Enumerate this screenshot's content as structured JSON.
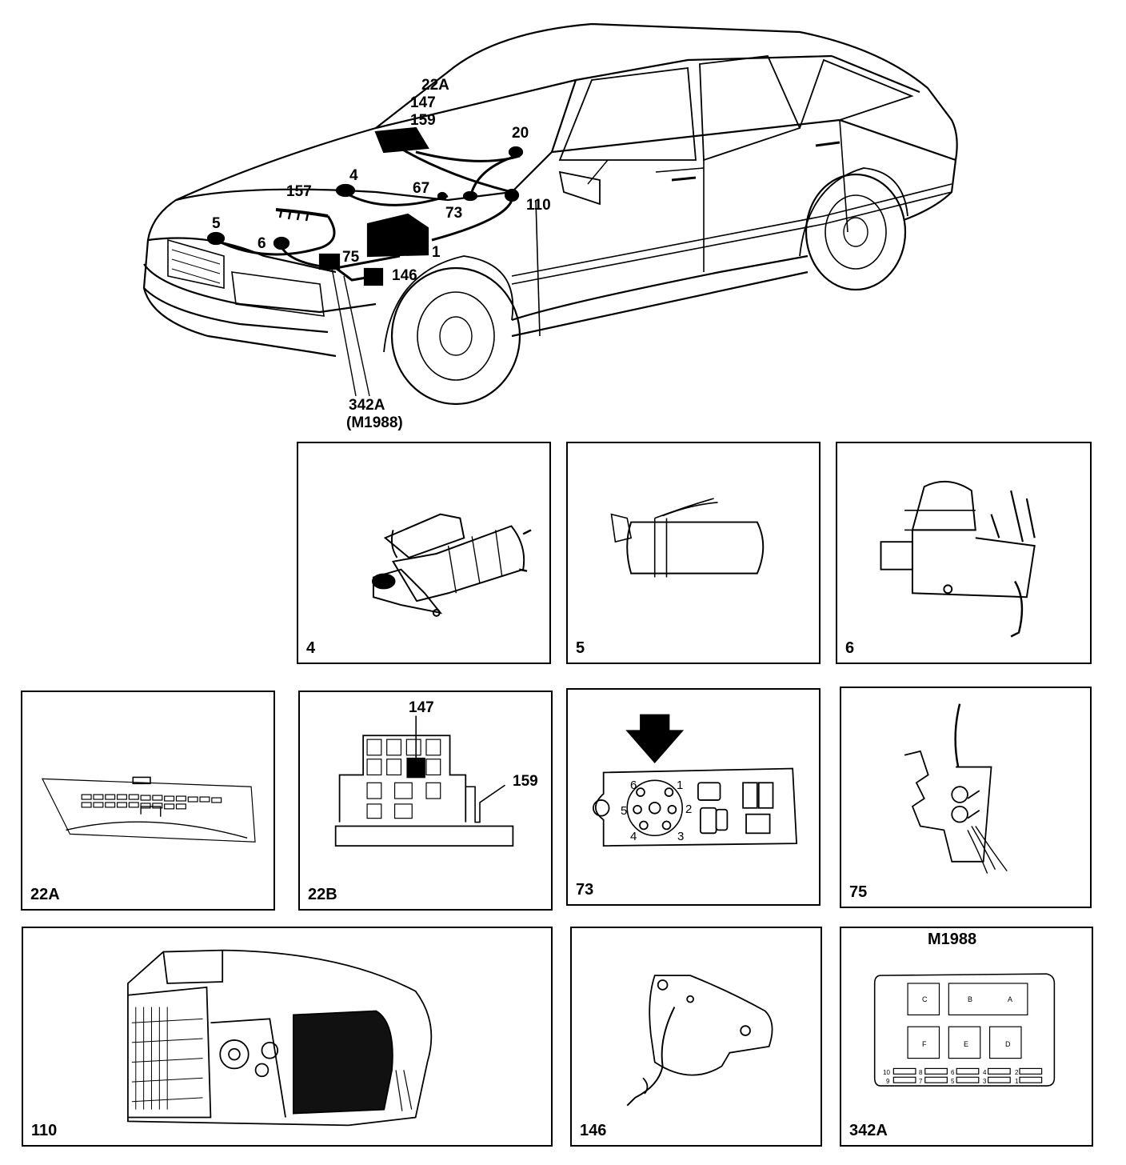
{
  "car_callouts": {
    "c22a": "22A",
    "c147": "147",
    "c159": "159",
    "c20": "20",
    "c4": "4",
    "c157": "157",
    "c67": "67",
    "c73": "73",
    "c110": "110",
    "c5": "5",
    "c6": "6",
    "c75": "75",
    "c1": "1",
    "c146": "146",
    "c342a": "342A",
    "cm1988": "(M1988)"
  },
  "panels": {
    "p4": "4",
    "p5": "5",
    "p6": "6",
    "p22a": "22A",
    "p22b": "22B",
    "p73": "73",
    "p75": "75",
    "p110": "110",
    "p146": "146",
    "p342a": "342A"
  },
  "panel_22b": {
    "label_147": "147",
    "label_159": "159"
  },
  "panel_73": {
    "pin1": "1",
    "pin2": "2",
    "pin3": "3",
    "pin4": "4",
    "pin5": "5",
    "pin6": "6"
  },
  "panel_342a": {
    "header": "M1988",
    "relays": [
      "C",
      "B",
      "A",
      "F",
      "E",
      "D"
    ],
    "fuse_top": [
      "10",
      "8",
      "6",
      "4",
      "2"
    ],
    "fuse_bottom": [
      "9",
      "7",
      "5",
      "3",
      "1"
    ]
  }
}
